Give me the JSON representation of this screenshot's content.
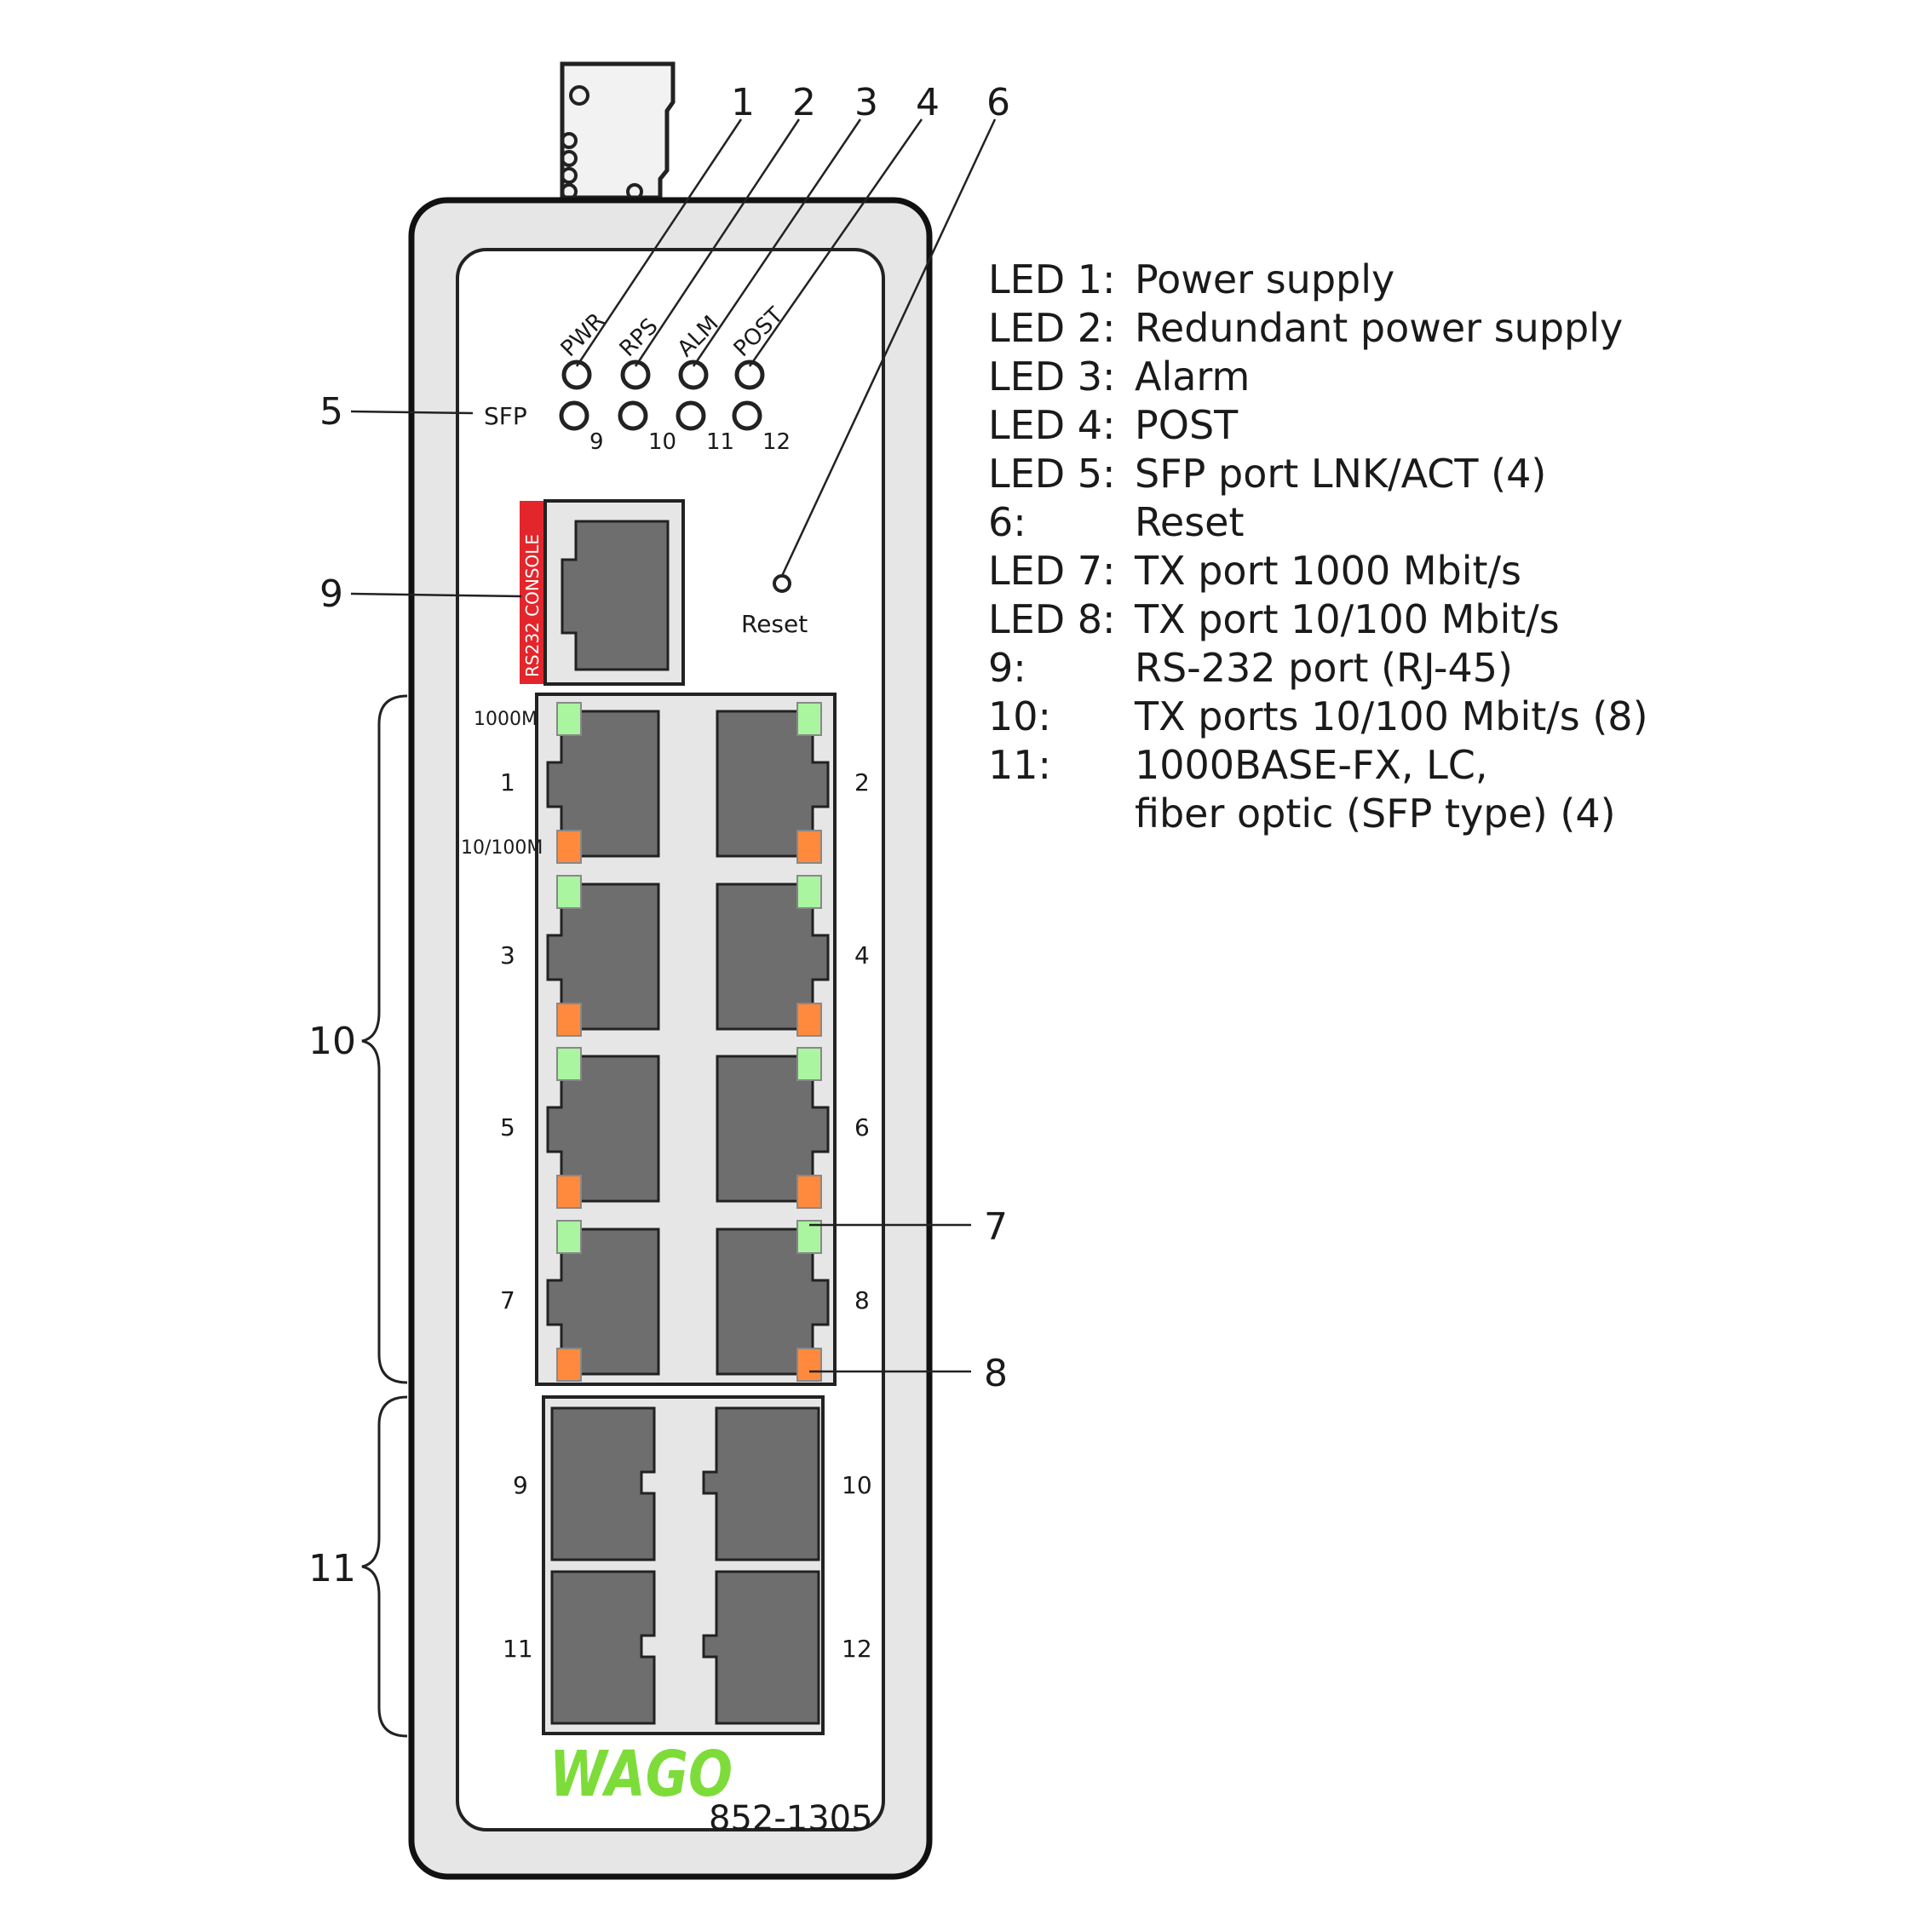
{
  "device": {
    "brand": "WAGO",
    "model": "852-1305",
    "brand_color": "#7ddc3a",
    "housing_color": "#e6e6e6",
    "port_color": "#6e6e6e",
    "led_green": "#a9f5a0",
    "led_orange": "#ff8a3d",
    "console_tag_color": "#e3262c"
  },
  "front_labels": {
    "status_leds": [
      "PWR",
      "RPS",
      "ALM",
      "POST"
    ],
    "sfp_label": "SFP",
    "sfp_led_numbers": [
      "9",
      "10",
      "11",
      "12"
    ],
    "console_label": "RS232 CONSOLE",
    "reset_label": "Reset",
    "speed_1000": "1000M",
    "speed_10_100": "10/100M",
    "tx_port_numbers": [
      "1",
      "2",
      "3",
      "4",
      "5",
      "6",
      "7",
      "8"
    ],
    "fx_port_numbers": [
      "9",
      "10",
      "11",
      "12"
    ]
  },
  "callouts": {
    "c1": "1",
    "c2": "2",
    "c3": "3",
    "c4": "4",
    "c5": "5",
    "c6": "6",
    "c7": "7",
    "c8": "8",
    "c9": "9",
    "c10": "10",
    "c11": "11"
  },
  "legend": [
    {
      "key": "LED 1:",
      "value": "Power supply"
    },
    {
      "key": "LED 2:",
      "value": "Redundant power supply"
    },
    {
      "key": "LED 3:",
      "value": "Alarm"
    },
    {
      "key": "LED 4:",
      "value": "POST"
    },
    {
      "key": "LED 5:",
      "value": "SFP port LNK/ACT (4)"
    },
    {
      "key": "6:",
      "value": "Reset"
    },
    {
      "key": "LED 7:",
      "value": "TX port 1000 Mbit/s"
    },
    {
      "key": "LED 8:",
      "value": "TX port 10/100 Mbit/s"
    },
    {
      "key": "9:",
      "value": "RS-232 port (RJ-45)"
    },
    {
      "key": "10:",
      "value": "TX ports 10/100 Mbit/s (8)"
    },
    {
      "key": "11:",
      "value": "1000BASE-FX, LC,\nfiber optic (SFP type) (4)"
    }
  ]
}
